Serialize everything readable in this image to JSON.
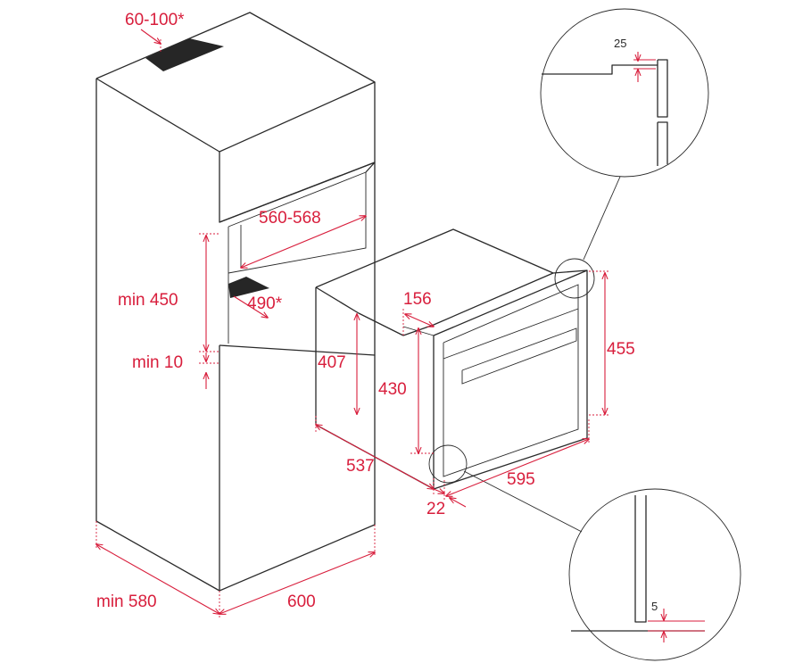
{
  "colors": {
    "dimension": "#d81e3c",
    "outline": "#2a2a2a",
    "vent": "#262626"
  },
  "dimensions": {
    "top_vent": "60-100*",
    "niche_width": "560-568",
    "min_height": "min 450",
    "bottom_vent": "490*",
    "min_gap": "min 10",
    "cabinet_depth": "min 580",
    "cabinet_width": "600",
    "front_offset": "156",
    "body_height": "407",
    "front_height": "430",
    "overall_height": "455",
    "oven_depth": "537",
    "front_thickness": "22",
    "oven_width": "595",
    "detail_top": "25",
    "detail_bottom": "5"
  }
}
